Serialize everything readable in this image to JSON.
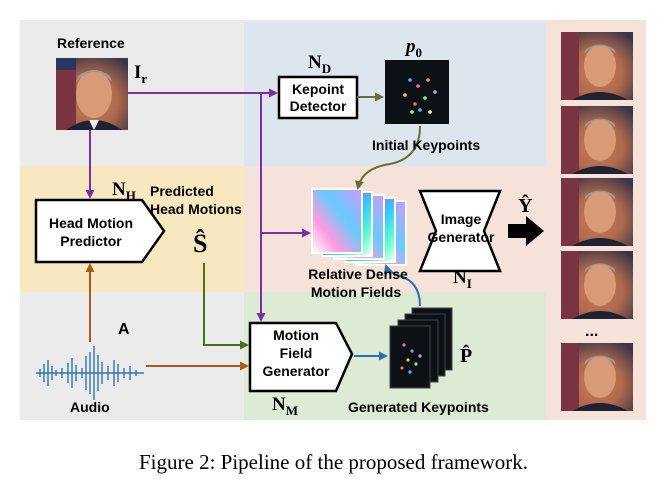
{
  "labels": {
    "reference": "Reference",
    "reference_symbol": "I",
    "reference_sub": "r",
    "audio": "Audio",
    "audio_symbol": "A",
    "kd_symbol": "N",
    "kd_sub": "D",
    "kd_line1": "Kepoint",
    "kd_line2": "Detector",
    "p0_symbol": "p",
    "p0_sub": "0",
    "initial_keypoints": "Initial Keypoints",
    "hmp_symbol": "N",
    "hmp_sub": "H",
    "hmp_line1": "Head Motion",
    "hmp_line2": "Predictor",
    "predicted_line1": "Predicted",
    "predicted_line2": "Head Motions",
    "s_hat": "Ŝ",
    "rdm_line1": "Relative Dense",
    "rdm_line2": "Motion Fields",
    "ig_line1": "Image",
    "ig_line2": "Generator",
    "ig_symbol": "N",
    "ig_sub": "I",
    "y_hat": "Ŷ",
    "mfg_line1": "Motion",
    "mfg_line2": "Field",
    "mfg_line3": "Generator",
    "mfg_symbol": "N",
    "mfg_sub": "M",
    "p_hat": "P̂",
    "generated_keypoints": "Generated Keypoints",
    "ellipsis": "..."
  },
  "caption": "Figure 2: Pipeline of the proposed framework.",
  "colors": {
    "panel_gray": "#ebebeb",
    "panel_blue": "#dde6ee",
    "panel_yellow": "#f8e8bf",
    "panel_pink": "#f5e3da",
    "panel_green": "#ddebd4",
    "arrow_purple": "#7b2fa0",
    "arrow_green": "#4a6f1f",
    "arrow_brown": "#a65a1c",
    "arrow_olive": "#6b6e2c",
    "arrow_blue": "#2e6db5"
  }
}
